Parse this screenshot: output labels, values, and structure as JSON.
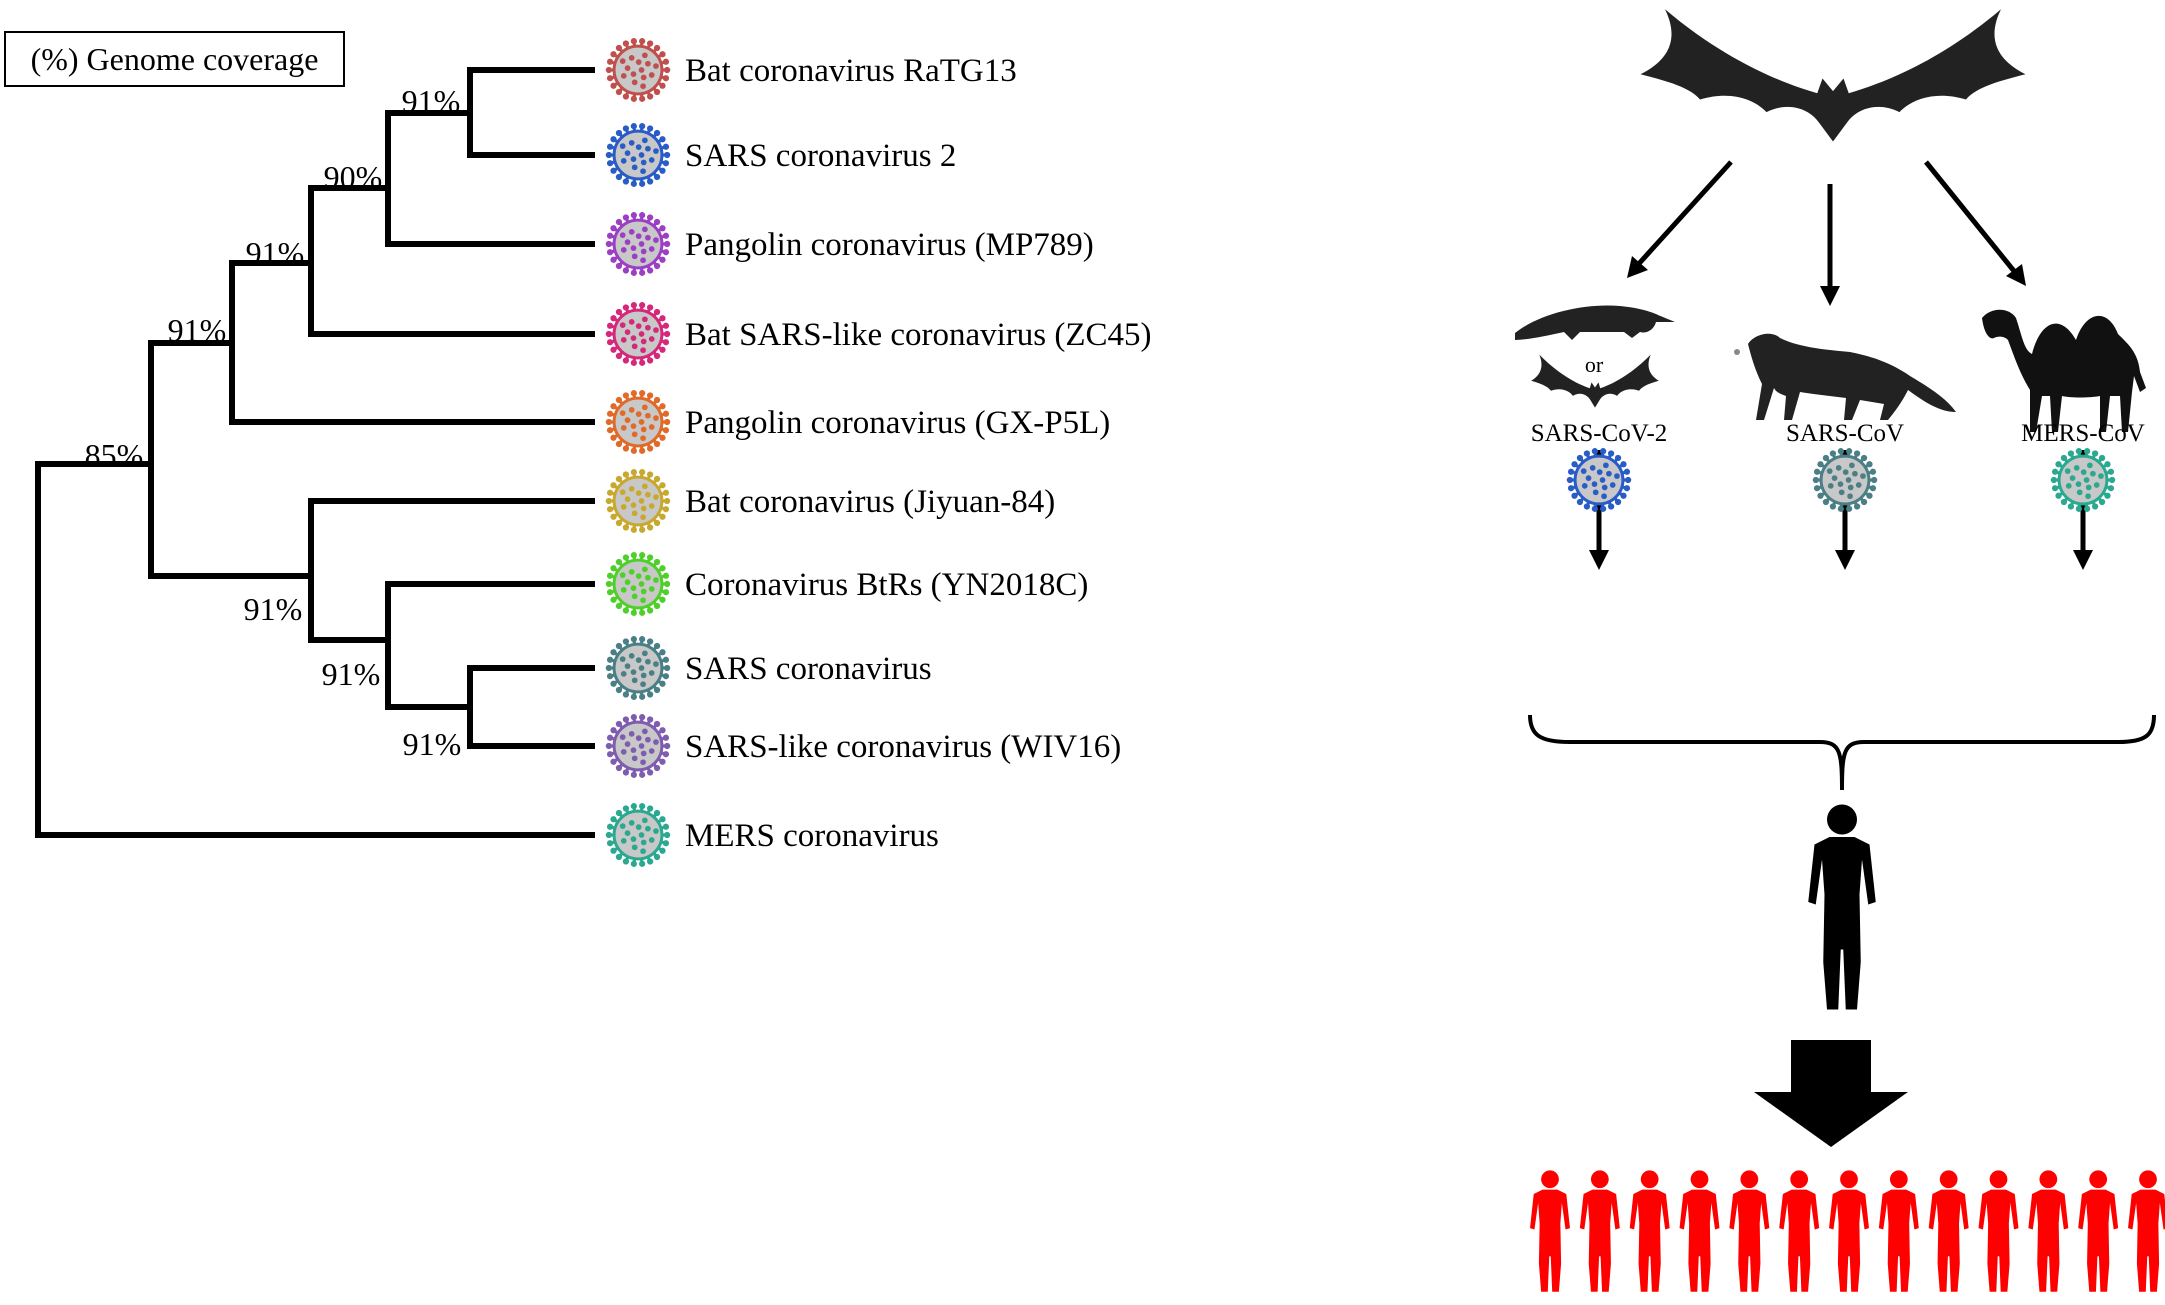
{
  "legend": {
    "label": "(%) Genome coverage"
  },
  "tree": {
    "taxa": [
      {
        "name": "Bat coronavirus RaTG13",
        "color": "#c0504d"
      },
      {
        "name": "SARS coronavirus 2",
        "color": "#2a5cc8"
      },
      {
        "name": "Pangolin coronavirus (MP789)",
        "color": "#9b3fc4"
      },
      {
        "name": "Bat SARS-like coronavirus (ZC45)",
        "color": "#d6287a"
      },
      {
        "name": "Pangolin coronavirus (GX-P5L)",
        "color": "#e06a2a"
      },
      {
        "name": "Bat coronavirus (Jiyuan-84)",
        "color": "#c9a830"
      },
      {
        "name": "Coronavirus BtRs (YN2018C)",
        "color": "#4fcf2a"
      },
      {
        "name": "SARS coronavirus",
        "color": "#4a7f86"
      },
      {
        "name": "SARS-like coronavirus (WIV16)",
        "color": "#7e5cb0"
      },
      {
        "name": "MERS coronavirus",
        "color": "#2aa890"
      }
    ],
    "support": {
      "ratg13_sars2": "91%",
      "mp789_clade": "90%",
      "zc45_clade": "91%",
      "gxp5l_clade": "91%",
      "root": "85%",
      "jiyuan_clade": "91%",
      "yn2018c_clade": "91%",
      "sars_wiv16": "91%"
    }
  },
  "transmission": {
    "or_label": "or",
    "viruses": [
      {
        "name": "SARS-CoV-2",
        "color": "#2a5cc8"
      },
      {
        "name": "SARS-CoV",
        "color": "#4a7f86"
      },
      {
        "name": "MERS-CoV",
        "color": "#2aa890"
      }
    ],
    "human_color": "#000000",
    "population_color": "#ff0000",
    "population_count": 13
  }
}
